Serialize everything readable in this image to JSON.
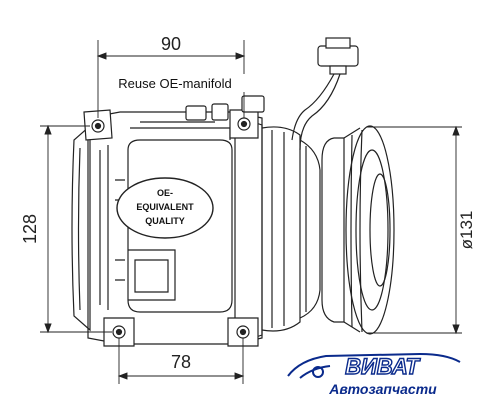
{
  "dimensions": {
    "width_top": "90",
    "height_left": "128",
    "diameter_right": "ø131",
    "width_bottom": "78"
  },
  "annotations": {
    "manifold_note": "Reuse OE-manifold",
    "quality_line1": "OE-",
    "quality_line2": "EQUIVALENT",
    "quality_line3": "QUALITY"
  },
  "watermark": {
    "brand": "ВИВАТ",
    "tagline": "Автозапчасти"
  },
  "colors": {
    "line": "#222222",
    "brand_blue": "#0a2a8c"
  }
}
